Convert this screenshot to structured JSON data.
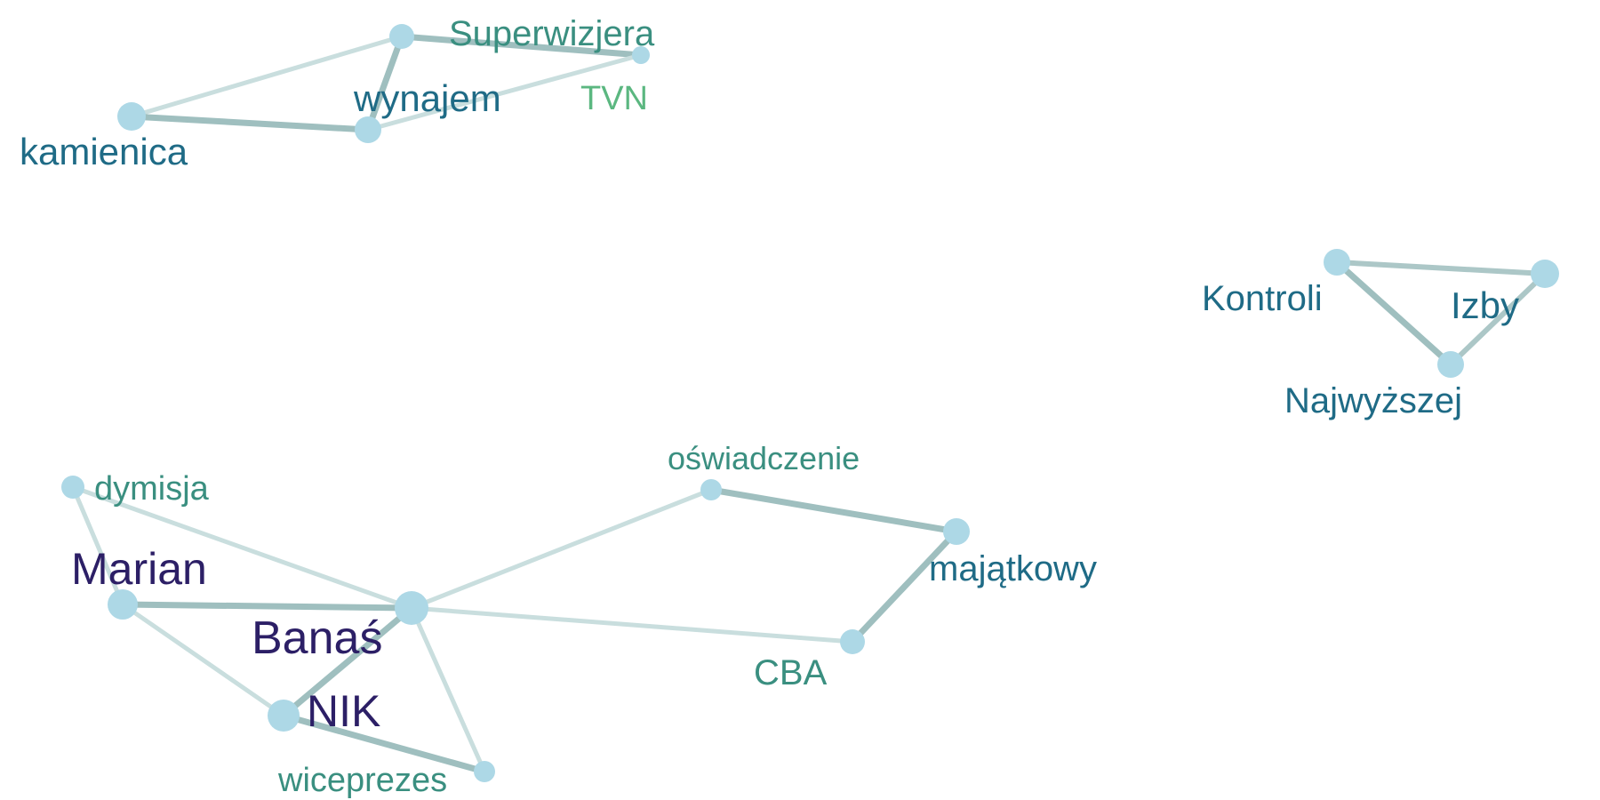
{
  "graph": {
    "node_color": "#add8e6",
    "nodes": [
      {
        "id": "superwizjera",
        "label": "Superwizjera",
        "color": "#3a8f80"
      },
      {
        "id": "tvn",
        "label": "TVN",
        "color": "#5bb780"
      },
      {
        "id": "wynajem",
        "label": "wynajem",
        "color": "#1f6b86"
      },
      {
        "id": "kamienica",
        "label": "kamienica",
        "color": "#1f6b86"
      },
      {
        "id": "kontroli",
        "label": "Kontroli",
        "color": "#1f6b86"
      },
      {
        "id": "izby",
        "label": "Izby",
        "color": "#1f6b86"
      },
      {
        "id": "najwyzszej",
        "label": "Najwyższej",
        "color": "#1f6b86"
      },
      {
        "id": "oswiadczenie",
        "label": "oświadczenie",
        "color": "#3a8f80"
      },
      {
        "id": "majatkowy",
        "label": "majątkowy",
        "color": "#1f6b86"
      },
      {
        "id": "cba",
        "label": "CBA",
        "color": "#3a8f80"
      },
      {
        "id": "dymisja",
        "label": "dymisja",
        "color": "#3a8f80"
      },
      {
        "id": "marian",
        "label": "Marian",
        "color": "#2c1f66"
      },
      {
        "id": "banas",
        "label": "Banaś",
        "color": "#2c1f66"
      },
      {
        "id": "nik",
        "label": "NIK",
        "color": "#2c1f66"
      },
      {
        "id": "wiceprezes",
        "label": "wiceprezes",
        "color": "#3a8f80"
      }
    ],
    "edges": [
      {
        "source": "superwizjera",
        "target": "tvn",
        "weight": 3
      },
      {
        "source": "superwizjera",
        "target": "wynajem",
        "weight": 3
      },
      {
        "source": "superwizjera",
        "target": "kamienica",
        "weight": 1
      },
      {
        "source": "wynajem",
        "target": "kamienica",
        "weight": 3
      },
      {
        "source": "wynajem",
        "target": "tvn",
        "weight": 1
      },
      {
        "source": "kontroli",
        "target": "izby",
        "weight": 2
      },
      {
        "source": "kontroli",
        "target": "najwyzszej",
        "weight": 3
      },
      {
        "source": "izby",
        "target": "najwyzszej",
        "weight": 2
      },
      {
        "source": "oswiadczenie",
        "target": "majatkowy",
        "weight": 3
      },
      {
        "source": "majatkowy",
        "target": "cba",
        "weight": 3
      },
      {
        "source": "banas",
        "target": "oswiadczenie",
        "weight": 1
      },
      {
        "source": "banas",
        "target": "cba",
        "weight": 1
      },
      {
        "source": "banas",
        "target": "marian",
        "weight": 3
      },
      {
        "source": "banas",
        "target": "nik",
        "weight": 3
      },
      {
        "source": "banas",
        "target": "dymisja",
        "weight": 1
      },
      {
        "source": "banas",
        "target": "wiceprezes",
        "weight": 1
      },
      {
        "source": "marian",
        "target": "nik",
        "weight": 1
      },
      {
        "source": "marian",
        "target": "dymisja",
        "weight": 1
      },
      {
        "source": "nik",
        "target": "wiceprezes",
        "weight": 3
      }
    ]
  }
}
